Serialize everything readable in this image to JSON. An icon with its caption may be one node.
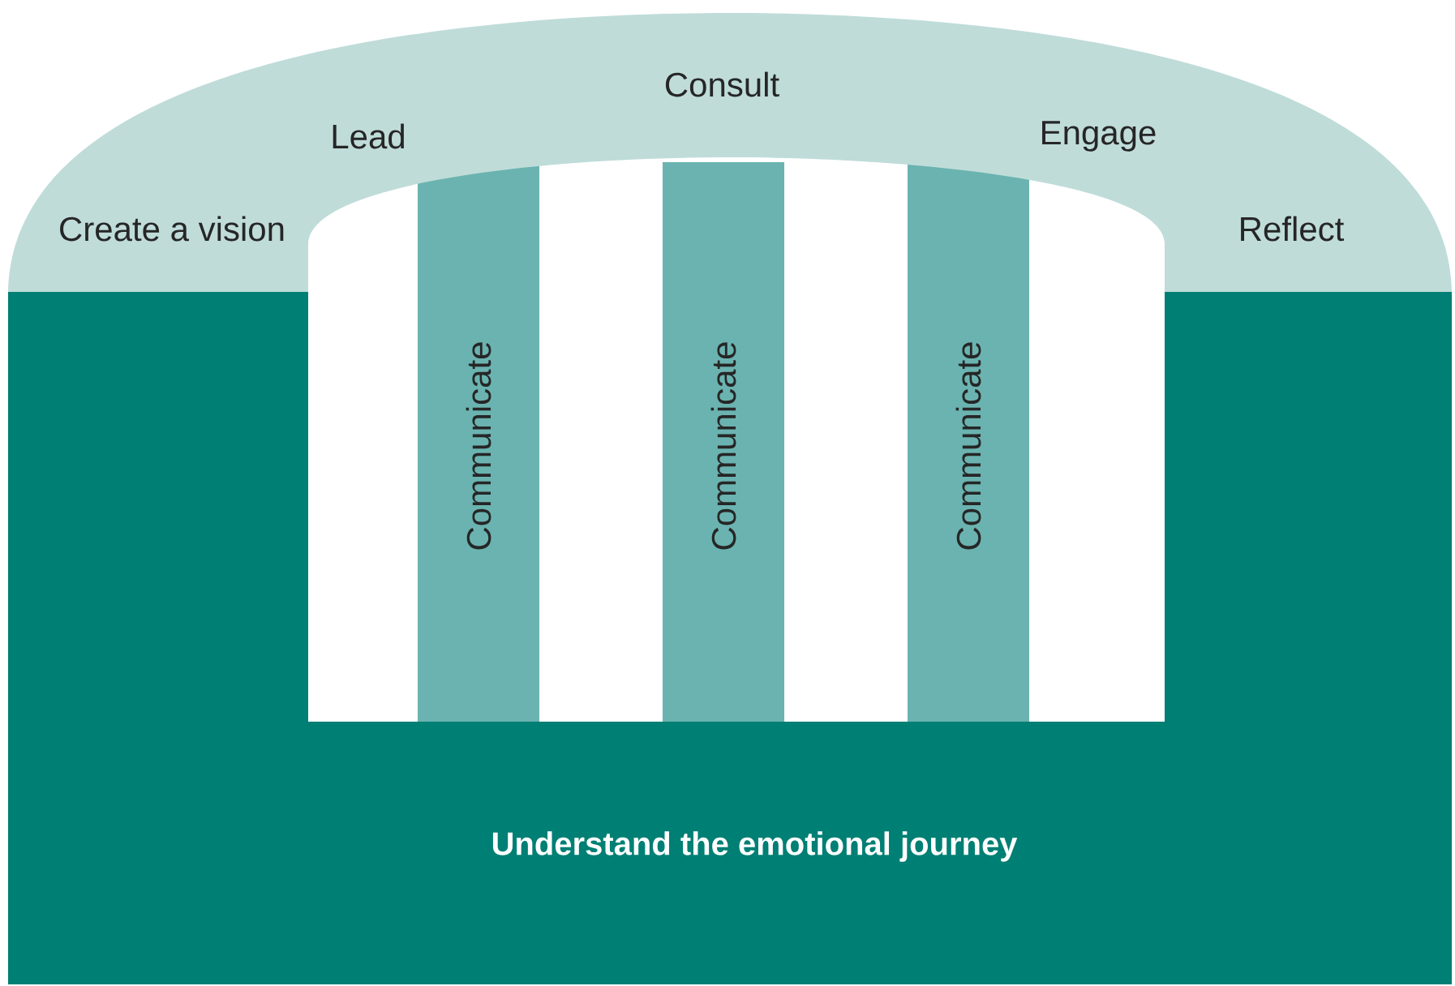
{
  "diagram": {
    "nodes": [
      {
        "text": [
          "Create a vision",
          "Lead",
          "Consult",
          "Engage",
          "Reflect"
        ]
      },
      {
        "text": [
          "Communicate"
        ]
      },
      {
        "text": [
          "Communicate"
        ]
      },
      {
        "text": [
          "Communicate"
        ]
      },
      {
        "text": [
          "Understand the emotional journey"
        ]
      }
    ]
  }
}
